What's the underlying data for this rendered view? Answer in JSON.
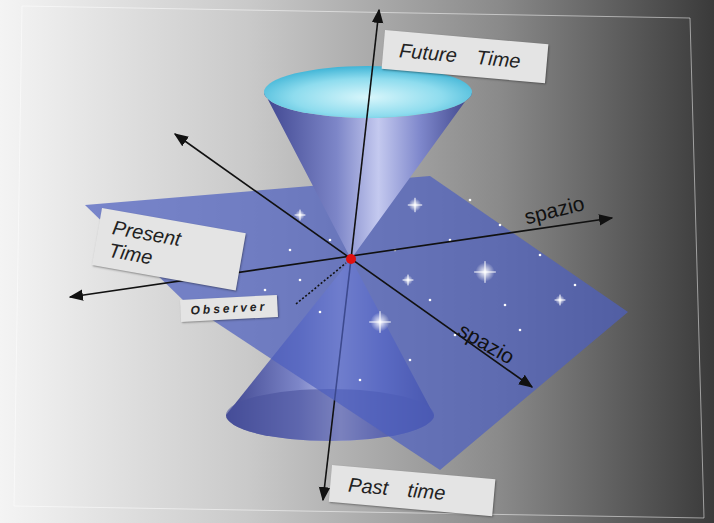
{
  "diagram": {
    "nodes": [
      {
        "text": [
          "Future Time"
        ]
      },
      {
        "text": [
          "Present Time"
        ]
      },
      {
        "text": [
          "Observer"
        ]
      },
      {
        "text": [
          "Past time"
        ]
      }
    ],
    "labels": [
      "spazio",
      "spazio"
    ]
  }
}
